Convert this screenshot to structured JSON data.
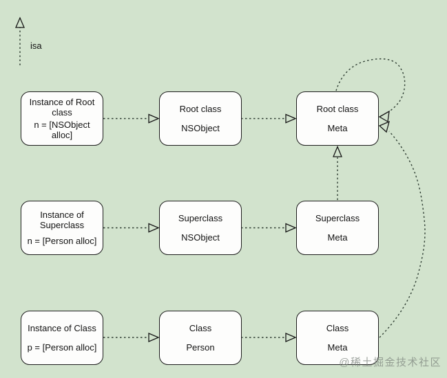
{
  "colors": {
    "background": "#d2e3cd",
    "box_fill": "#fdfdfc",
    "box_border": "#1b1b1b",
    "line": "#2f3e33"
  },
  "legend": {
    "label": "isa"
  },
  "nodes": [
    {
      "id": "instance-of-root-class",
      "title": "Instance of Root class",
      "subtitle": "n = [NSObject alloc]"
    },
    {
      "id": "root-class",
      "title": "Root class",
      "subtitle": "NSObject"
    },
    {
      "id": "root-class-meta",
      "title": "Root class",
      "subtitle": "Meta"
    },
    {
      "id": "instance-of-superclass",
      "title": "Instance of Superclass",
      "subtitle": "n = [Person alloc]"
    },
    {
      "id": "superclass",
      "title": "Superclass",
      "subtitle": "NSObject"
    },
    {
      "id": "superclass-meta",
      "title": "Superclass",
      "subtitle": "Meta"
    },
    {
      "id": "instance-of-class",
      "title": "Instance of Class",
      "subtitle": "p = [Person alloc]"
    },
    {
      "id": "class",
      "title": "Class",
      "subtitle": "Person"
    },
    {
      "id": "class-meta",
      "title": "Class",
      "subtitle": "Meta"
    }
  ],
  "edges": [
    {
      "from": "instance-of-root-class",
      "to": "root-class",
      "relation": "isa"
    },
    {
      "from": "root-class",
      "to": "root-class-meta",
      "relation": "isa"
    },
    {
      "from": "root-class-meta",
      "to": "root-class-meta",
      "relation": "isa"
    },
    {
      "from": "instance-of-superclass",
      "to": "superclass",
      "relation": "isa"
    },
    {
      "from": "superclass",
      "to": "superclass-meta",
      "relation": "isa"
    },
    {
      "from": "superclass-meta",
      "to": "root-class-meta",
      "relation": "isa"
    },
    {
      "from": "instance-of-class",
      "to": "class",
      "relation": "isa"
    },
    {
      "from": "class",
      "to": "class-meta",
      "relation": "isa"
    },
    {
      "from": "class-meta",
      "to": "root-class-meta",
      "relation": "isa"
    }
  ],
  "watermark": {
    "text": "@稀土掘金技术社区"
  }
}
